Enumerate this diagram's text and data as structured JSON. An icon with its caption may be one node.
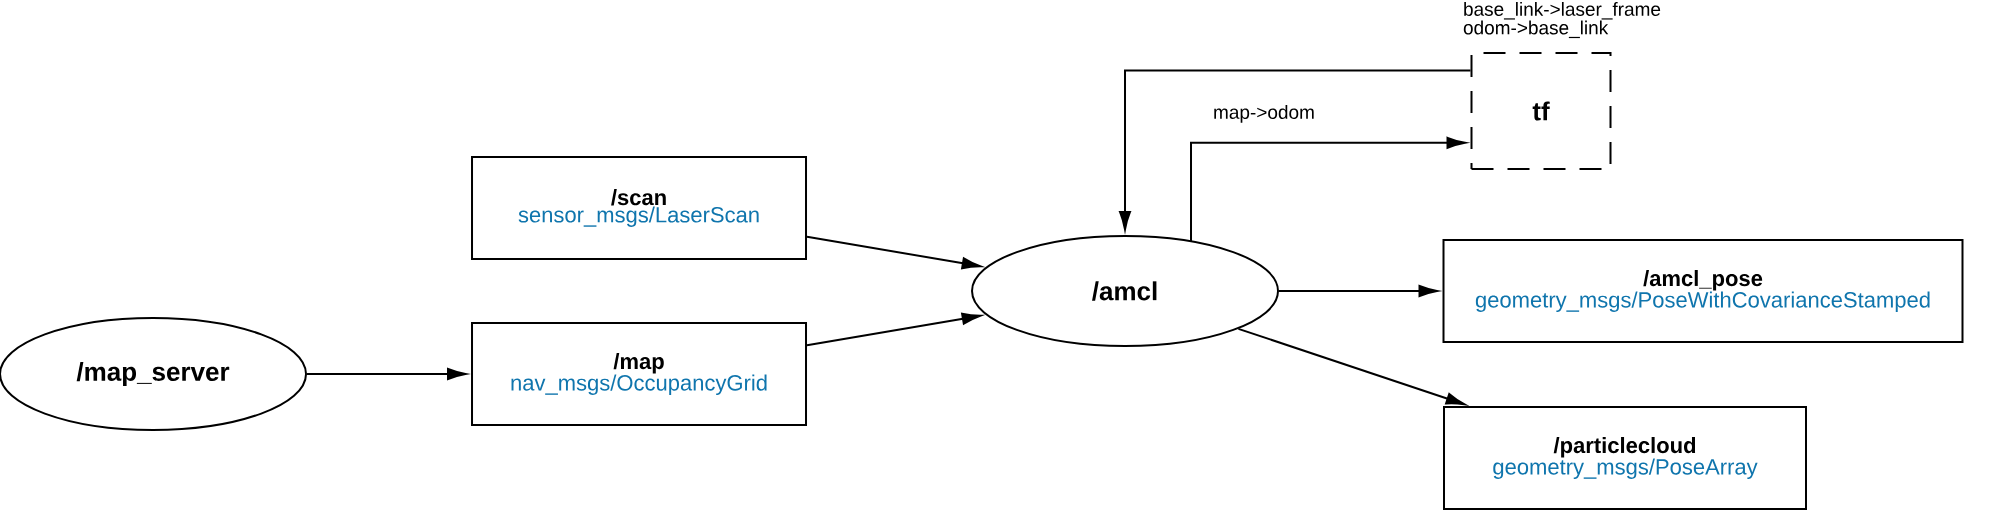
{
  "diagram": {
    "nodes": [
      {
        "text": [
          "/map_server"
        ]
      },
      {
        "text": [
          "/scan",
          "sensor_msgs/LaserScan"
        ]
      },
      {
        "text": [
          "/map",
          "nav_msgs/OccupancyGrid"
        ]
      },
      {
        "text": [
          "tf"
        ]
      },
      {
        "text": [
          "/amcl"
        ]
      },
      {
        "text": [
          "/amcl_pose",
          "geometry_msgs/PoseWithCovarianceStamped"
        ]
      },
      {
        "text": [
          "/particlecloud",
          "geometry_msgs/PoseArray"
        ]
      }
    ],
    "edges": [
      {
        "from": 3,
        "to": 4,
        "arrow": "to",
        "label": "base_link->laser_frame odom->base_link"
      },
      {
        "from": 4,
        "to": 3,
        "arrow": "to",
        "label": "map->odom"
      },
      {
        "from": 1,
        "to": 4,
        "arrow": "to"
      },
      {
        "from": 2,
        "to": 4,
        "arrow": "to"
      },
      {
        "from": 0,
        "to": 2,
        "arrow": "to"
      },
      {
        "from": 4,
        "to": 5,
        "arrow": "to"
      },
      {
        "from": 4,
        "to": 6,
        "arrow": "to"
      }
    ]
  }
}
